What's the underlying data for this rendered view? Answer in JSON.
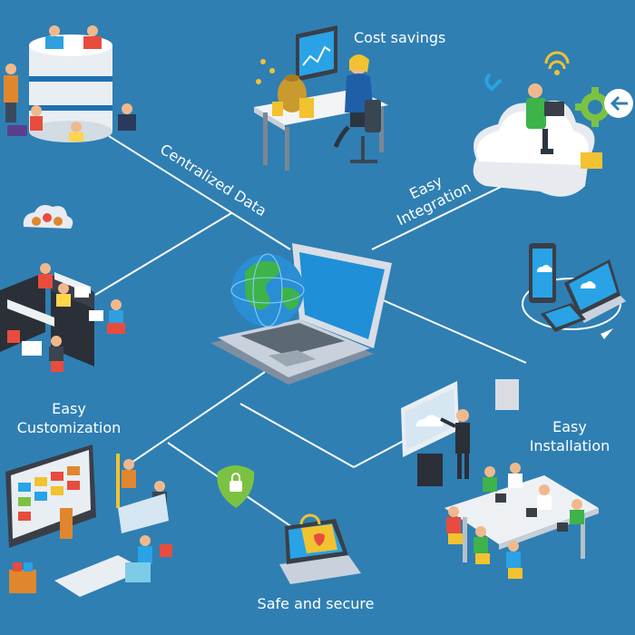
{
  "diagram": {
    "labels": {
      "cost_savings": "Cost savings",
      "centralized_data": "Centralized Data",
      "easy_integration_line1": "Easy",
      "easy_integration_line2": "Integration",
      "easy_customization_line1": "Easy",
      "easy_customization_line2": "Customization",
      "easy_installation_line1": "Easy",
      "easy_installation_line2": "Installation",
      "safe_and_secure": "Safe and secure"
    },
    "center_icon": "laptop-with-globe-icon",
    "satellite_icons": [
      "database-people-icon",
      "office-desk-money-icon",
      "cloud-integration-icon",
      "team-workstations-icon",
      "devices-sync-icon",
      "presentation-team-icon",
      "dashboard-builders-icon",
      "secure-laptop-shield-icon"
    ]
  },
  "colors": {
    "background": "#2f7fb3",
    "connector": "#ffffff",
    "text": "#ffffff"
  }
}
